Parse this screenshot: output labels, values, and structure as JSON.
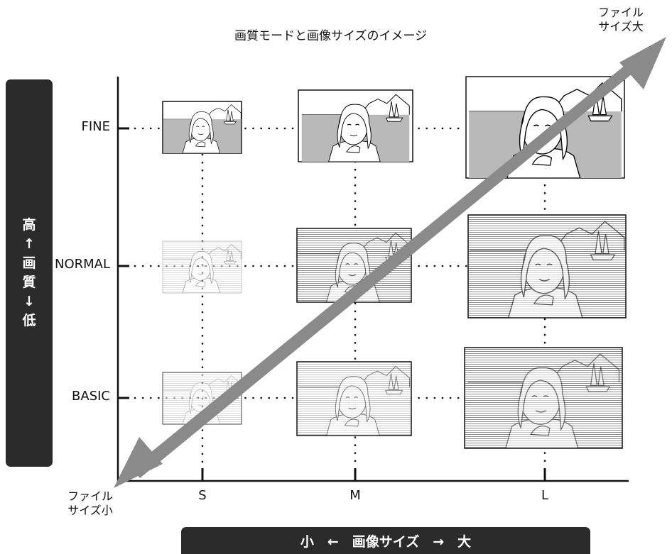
{
  "title": "画質モードと画像サイズのイメージ",
  "corner_top_right": [
    "ファイル",
    "サイズ大"
  ],
  "corner_bottom_left": [
    "ファイル",
    "サイズ小"
  ],
  "vertical_bar": [
    "高",
    "↑",
    "画",
    "質",
    "↓",
    "低"
  ],
  "horizontal_bar": "小　←　画像サイズ　→　大",
  "quality_modes": [
    "FINE",
    "NORMAL",
    "BASIC"
  ],
  "image_sizes": [
    "S",
    "M",
    "L"
  ],
  "colors": {
    "dark_bar": "#2b2b2b",
    "arrow": "#8a8a8a",
    "photo_gray": "#b9b9b9",
    "line": "#111111"
  }
}
